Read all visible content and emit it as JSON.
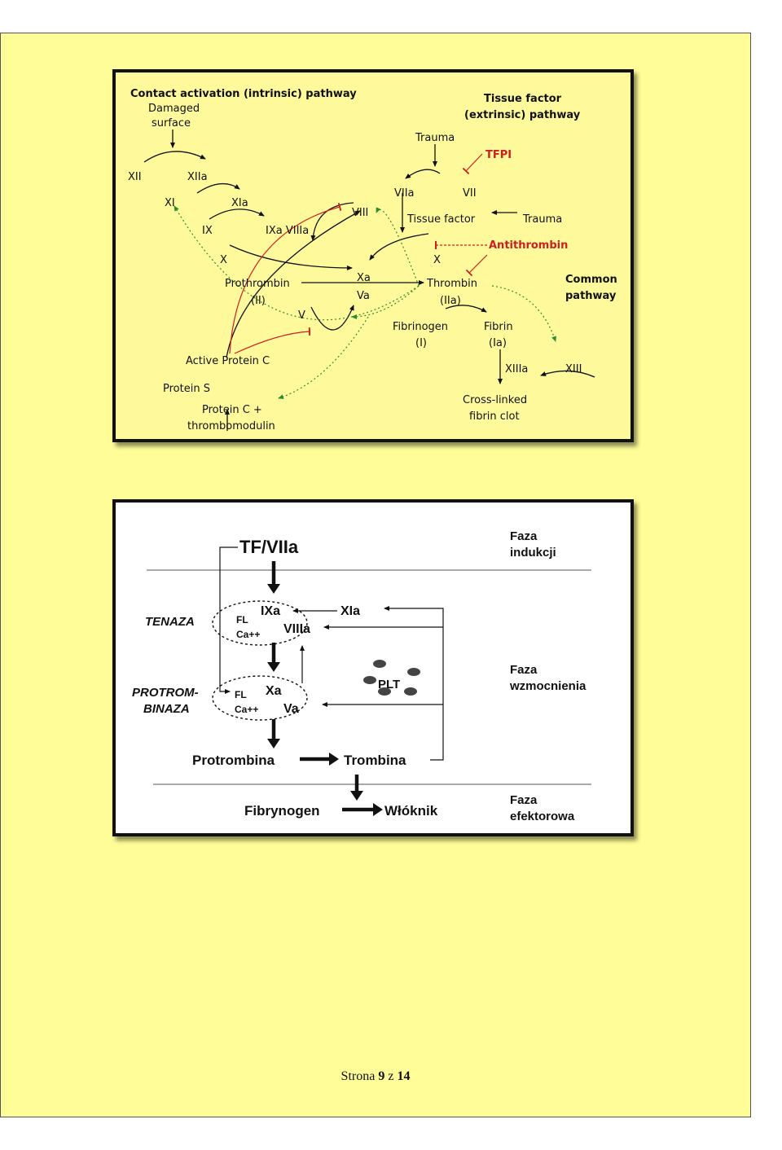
{
  "diagram1": {
    "intrinsic_title": "Contact activation (intrinsic) pathway",
    "damaged": "Damaged",
    "surface": "surface",
    "extrinsic_title1": "Tissue factor",
    "extrinsic_title2": "(extrinsic) pathway",
    "trauma1": "Trauma",
    "tfpi": "TFPI",
    "xii": "XII",
    "xiia": "XIIa",
    "viia": "VIIa",
    "vii": "VII",
    "xi": "XI",
    "xia": "XIa",
    "viii": "VIII",
    "tissue_factor": "Tissue factor",
    "trauma2": "Trauma",
    "ix": "IX",
    "ixa_viiia": "IXa VIIIa",
    "antithrombin": "Antithrombin",
    "x1": "X",
    "x2": "X",
    "xa": "Xa",
    "va": "Va",
    "prothrombin": "Prothrombin",
    "prothrombin_ii": "(II)",
    "thrombin": "Thrombin",
    "thrombin_iia": "(IIa)",
    "common1": "Common",
    "common2": "pathway",
    "v": "V",
    "fibrinogen": "Fibrinogen",
    "fibrinogen_i": "(I)",
    "fibrin": "Fibrin",
    "fibrin_ia": "(Ia)",
    "active_protein_c": "Active Protein C",
    "xiiia": "XIIIa",
    "xiii": "XIII",
    "protein_s": "Protein S",
    "protein_c_tm1": "Protein C +",
    "protein_c_tm2": "thrombomodulin",
    "crosslinked1": "Cross-linked",
    "crosslinked2": "fibrin clot"
  },
  "diagram2": {
    "tf_viia": "TF/VIIa",
    "faza_indukcji1": "Faza",
    "faza_indukcji2": "indukcji",
    "tenaza": "TENAZA",
    "fl1": "FL",
    "ca1": "Ca++",
    "ixa": "IXa",
    "viiia": "VIIIa",
    "xia": "XIa",
    "faza_wzm1": "Faza",
    "faza_wzm2": "wzmocnienia",
    "protrom1": "PROTROM-",
    "protrom2": "BINAZA",
    "fl2": "FL",
    "ca2": "Ca++",
    "xa": "Xa",
    "va": "Va",
    "plt": "PLT",
    "protrombina": "Protrombina",
    "trombina": "Trombina",
    "fibrynogen": "Fibrynogen",
    "wloknik": "Włóknik",
    "faza_ef1": "Faza",
    "faza_ef2": "efektorowa"
  },
  "footer": {
    "prefix": "Strona",
    "page": "9",
    "mid": "z",
    "total": "14"
  },
  "colors": {
    "page_bg": "#fffd97",
    "panel1_bg": "#fefa9c",
    "inhibitor_red": "#cc2020",
    "feedback_green": "#2e8b2e"
  }
}
